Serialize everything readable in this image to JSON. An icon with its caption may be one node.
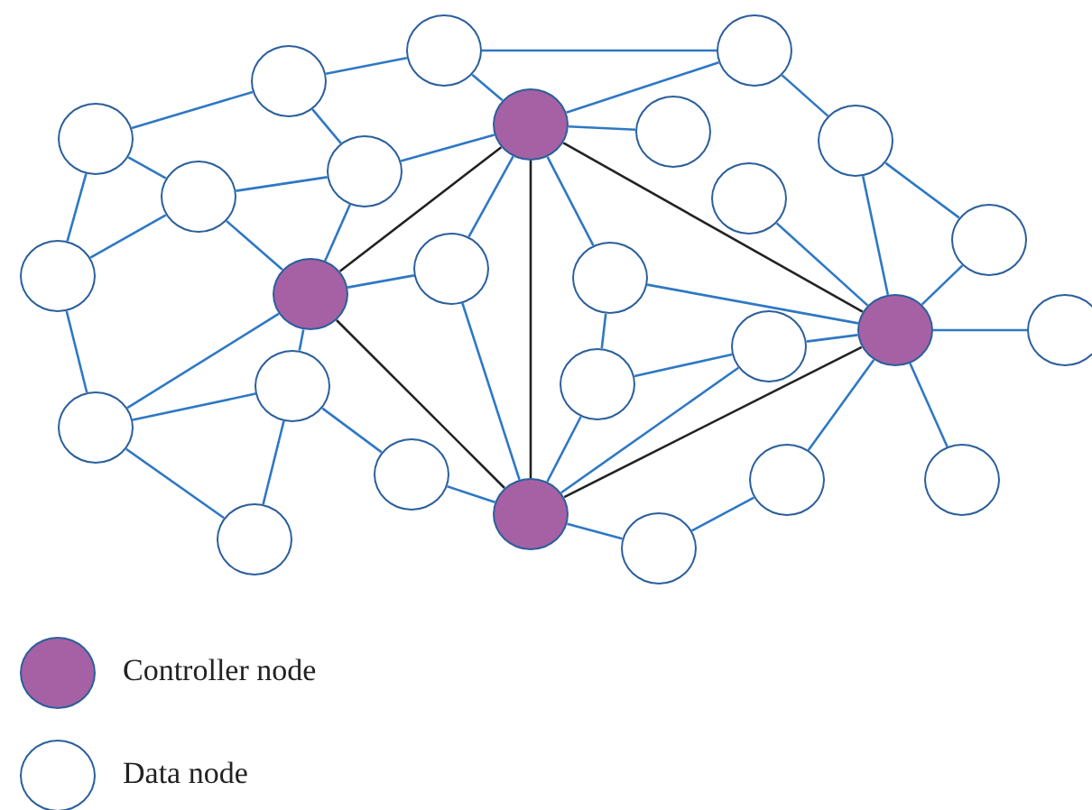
{
  "diagram": {
    "nodes": [
      {
        "text": [],
        "shape": "circle"
      },
      {
        "text": [],
        "shape": "circle"
      },
      {
        "text": [],
        "shape": "circle"
      },
      {
        "text": [],
        "shape": "circle"
      },
      {
        "text": [],
        "shape": "circle"
      },
      {
        "text": [],
        "shape": "circle"
      },
      {
        "text": [],
        "shape": "circle"
      },
      {
        "text": [],
        "shape": "circle"
      },
      {
        "text": [],
        "shape": "circle"
      },
      {
        "text": [],
        "shape": "circle"
      },
      {
        "text": [],
        "shape": "circle"
      },
      {
        "text": [],
        "shape": "circle"
      },
      {
        "text": [],
        "shape": "circle"
      },
      {
        "text": [],
        "shape": "circle"
      },
      {
        "text": [],
        "shape": "circle"
      },
      {
        "text": [],
        "shape": "circle"
      },
      {
        "text": [],
        "shape": "circle"
      },
      {
        "text": [],
        "shape": "circle"
      },
      {
        "text": [],
        "shape": "circle"
      },
      {
        "text": [],
        "shape": "circle"
      },
      {
        "text": [],
        "shape": "circle"
      },
      {
        "text": [],
        "shape": "circle"
      },
      {
        "text": [],
        "shape": "circle"
      },
      {
        "text": [],
        "shape": "circle"
      },
      {
        "text": [],
        "shape": "circle"
      },
      {
        "text": [],
        "shape": "circle"
      },
      {
        "text": [],
        "shape": "circle"
      }
    ],
    "edges": [
      {
        "from": 0,
        "to": 1,
        "arrow": "none"
      },
      {
        "from": 0,
        "to": 3,
        "arrow": "none"
      },
      {
        "from": 2,
        "to": 0,
        "arrow": "none"
      },
      {
        "from": 3,
        "to": 1,
        "arrow": "none"
      },
      {
        "from": 1,
        "to": 6,
        "arrow": "none"
      },
      {
        "from": 5,
        "to": 2,
        "arrow": "none"
      },
      {
        "from": 2,
        "to": 7,
        "arrow": "none"
      },
      {
        "from": 3,
        "to": 4,
        "arrow": "none"
      },
      {
        "from": 7,
        "to": 3,
        "arrow": "none"
      },
      {
        "from": 5,
        "to": 8,
        "arrow": "none"
      },
      {
        "from": 5,
        "to": 12,
        "arrow": "none"
      },
      {
        "from": 8,
        "to": 7,
        "arrow": "none"
      },
      {
        "from": 6,
        "to": 10,
        "arrow": "none"
      },
      {
        "from": 6,
        "to": 15,
        "arrow": "none"
      },
      {
        "from": 9,
        "to": 15,
        "arrow": "none"
      },
      {
        "from": 10,
        "to": 15,
        "arrow": "none"
      },
      {
        "from": 11,
        "to": 3,
        "arrow": "none"
      },
      {
        "from": 8,
        "to": 12,
        "arrow": "none"
      },
      {
        "from": 3,
        "to": 13,
        "arrow": "none"
      },
      {
        "from": 8,
        "to": 14,
        "arrow": "none"
      },
      {
        "from": 7,
        "to": 14,
        "arrow": "none"
      },
      {
        "from": 14,
        "to": 3,
        "arrow": "none",
        "color": "#222222"
      },
      {
        "from": 14,
        "to": 11,
        "arrow": "none"
      },
      {
        "from": 3,
        "to": 24,
        "arrow": "none",
        "color": "#222222"
      },
      {
        "from": 3,
        "to": 15,
        "arrow": "none",
        "color": "#222222"
      },
      {
        "from": 13,
        "to": 15,
        "arrow": "none"
      },
      {
        "from": 15,
        "to": 16,
        "arrow": "none"
      },
      {
        "from": 12,
        "to": 20,
        "arrow": "none"
      },
      {
        "from": 13,
        "to": 18,
        "arrow": "none"
      },
      {
        "from": 18,
        "to": 17,
        "arrow": "none"
      },
      {
        "from": 17,
        "to": 15,
        "arrow": "none"
      },
      {
        "from": 19,
        "to": 14,
        "arrow": "none"
      },
      {
        "from": 20,
        "to": 14,
        "arrow": "none"
      },
      {
        "from": 20,
        "to": 19,
        "arrow": "none"
      },
      {
        "from": 19,
        "to": 21,
        "arrow": "none"
      },
      {
        "from": 19,
        "to": 25,
        "arrow": "none"
      },
      {
        "from": 20,
        "to": 25,
        "arrow": "none"
      },
      {
        "from": 22,
        "to": 15,
        "arrow": "none"
      },
      {
        "from": 15,
        "to": 23,
        "arrow": "none"
      },
      {
        "from": 14,
        "to": 24,
        "arrow": "none",
        "color": "#222222"
      },
      {
        "from": 11,
        "to": 24,
        "arrow": "none"
      },
      {
        "from": 21,
        "to": 24,
        "arrow": "none"
      },
      {
        "from": 18,
        "to": 24,
        "arrow": "none"
      },
      {
        "from": 24,
        "to": 17,
        "arrow": "none"
      },
      {
        "from": 24,
        "to": 15,
        "arrow": "none",
        "color": "#222222"
      },
      {
        "from": 24,
        "to": 26,
        "arrow": "none"
      },
      {
        "from": 26,
        "to": 22,
        "arrow": "none"
      }
    ],
    "legend": [
      {
        "text": "Controller node",
        "color": "#a661a5"
      },
      {
        "text": "Data node"
      }
    ]
  }
}
